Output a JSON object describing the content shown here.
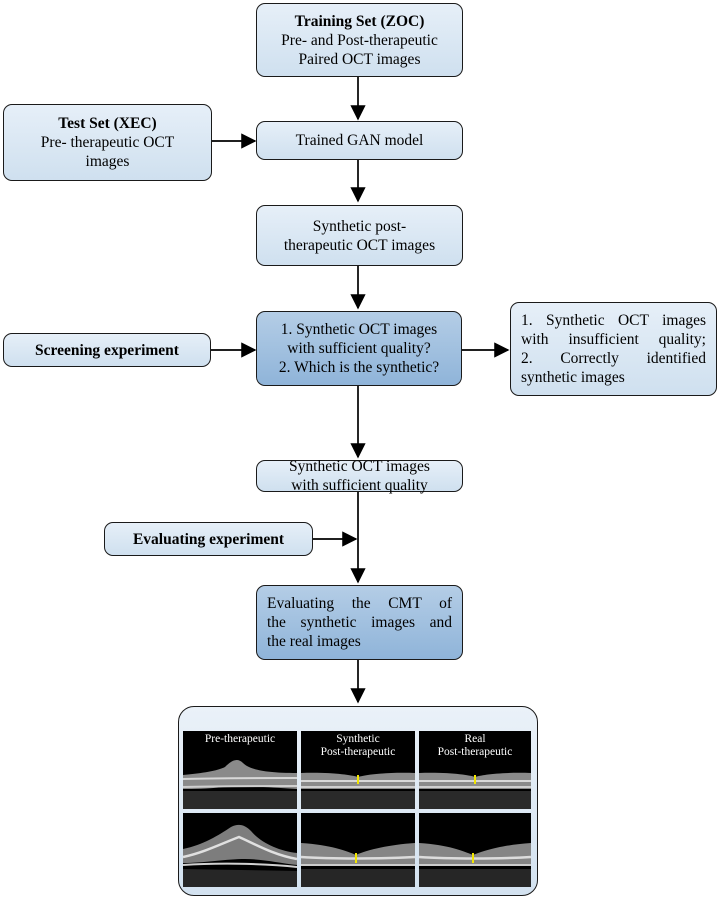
{
  "training_set": {
    "title": "Training Set (ZOC)",
    "line1": "Pre- and Post-therapeutic",
    "line2": "Paired OCT images"
  },
  "test_set": {
    "title": "Test Set (XEC)",
    "line1": "Pre- therapeutic OCT",
    "line2": "images"
  },
  "gan_model": {
    "label": "Trained GAN model"
  },
  "synthetic_post": {
    "line1": "Synthetic post-",
    "line2": "therapeutic OCT images"
  },
  "screening_experiment": {
    "label": "Screening experiment"
  },
  "screening_question": {
    "line1": "1. Synthetic OCT images",
    "line2": "with sufficient quality?",
    "line3": "2. Which is the synthetic?"
  },
  "excluded": {
    "line1": "1. Synthetic OCT images",
    "line2": "with insufficient quality;",
    "line3": "2. Correctly identified",
    "line4": "synthetic images"
  },
  "sufficient_quality": {
    "line1": "Synthetic OCT images",
    "line2": "with sufficient quality"
  },
  "evaluating_experiment": {
    "label": "Evaluating experiment"
  },
  "evaluating_cmt": {
    "line1": "Evaluating the CMT of",
    "line2": "the synthetic images and",
    "line3": "the real images"
  },
  "oct_panel": {
    "columns": [
      {
        "title_line1": "Pre-therapeutic",
        "title_line2": ""
      },
      {
        "title_line1": "Synthetic",
        "title_line2": "Post-therapeutic"
      },
      {
        "title_line1": "Real",
        "title_line2": "Post-therapeutic"
      }
    ]
  },
  "colors": {
    "box_light": "#d8e6f3",
    "box_mid": "#9fc0df",
    "marker": "#f2e600"
  }
}
